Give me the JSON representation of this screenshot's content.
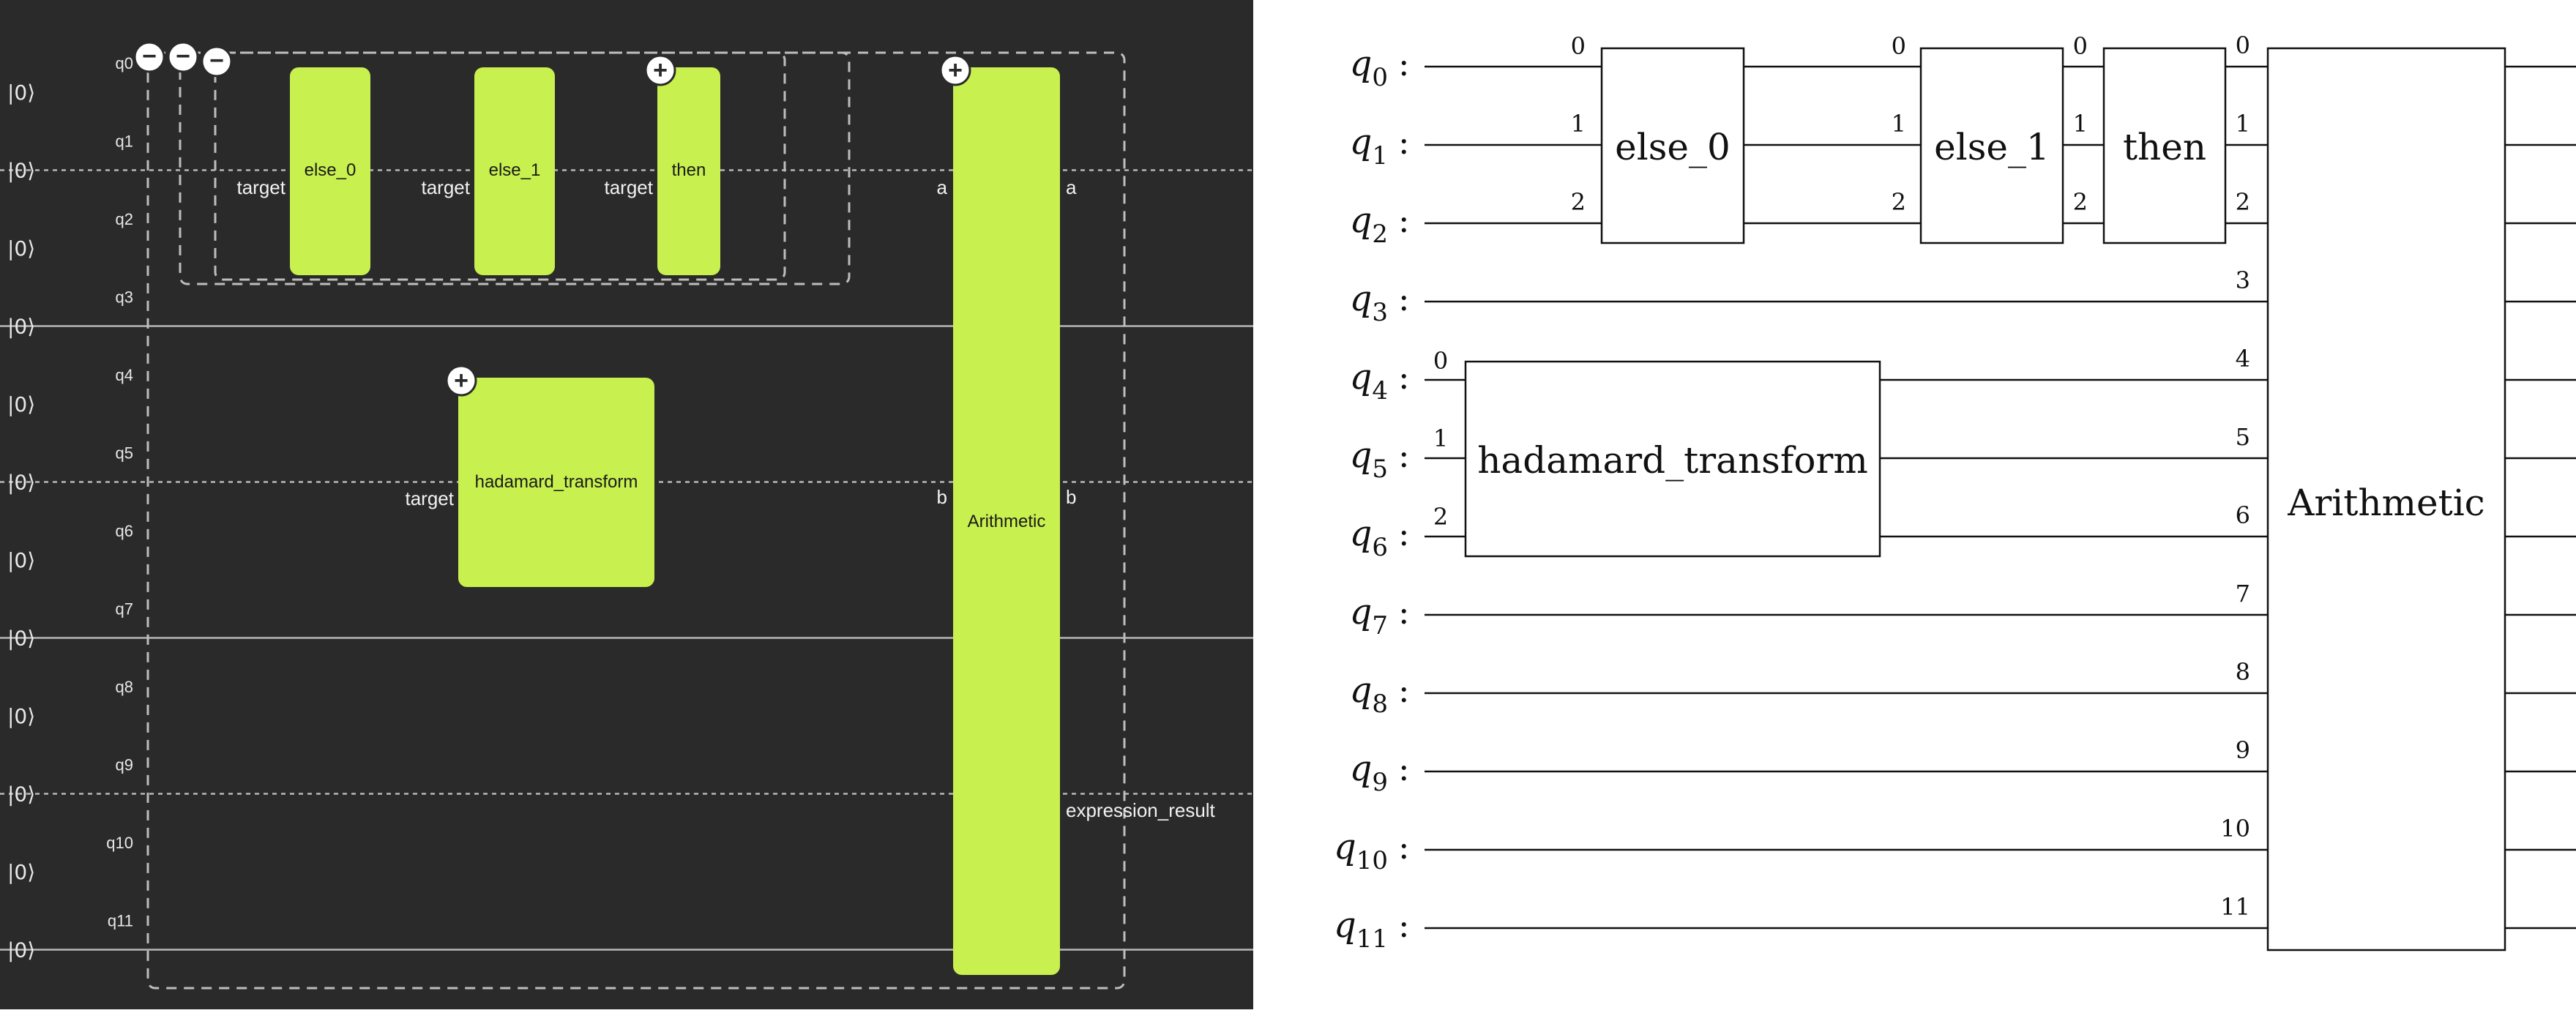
{
  "colors": {
    "dark_bg": "#2a2a2a",
    "wire": "#b8b8b8",
    "gate_fill": "#c8f04f",
    "light_bg": "#ffffff",
    "ink": "#111111"
  },
  "left_panel": {
    "qubits": [
      "q0",
      "q1",
      "q2",
      "q3",
      "q4",
      "q5",
      "q6",
      "q7",
      "q8",
      "q9",
      "q10",
      "q11"
    ],
    "kets": [
      "|0⟩",
      "|0⟩",
      "|0⟩",
      "|0⟩",
      "|0⟩",
      "|0⟩",
      "|0⟩",
      "|0⟩",
      "|0⟩",
      "|0⟩",
      "|0⟩",
      "|0⟩"
    ],
    "collapse_buttons": [
      "−",
      "−",
      "−"
    ],
    "expand_symbol": "+",
    "gates": {
      "else_0": {
        "label": "else_0",
        "port": "target"
      },
      "else_1": {
        "label": "else_1",
        "port": "target"
      },
      "then": {
        "label": "then",
        "port": "target"
      },
      "hadamard": {
        "label": "hadamard_transform",
        "port": "target"
      },
      "arithmetic": {
        "label": "Arithmetic",
        "port_a": "a",
        "port_b": "b",
        "port_result": "expression_result"
      }
    }
  },
  "right_panel": {
    "qubit_letter": "q",
    "qubit_subscripts": [
      "0",
      "1",
      "2",
      "3",
      "4",
      "5",
      "6",
      "7",
      "8",
      "9",
      "10",
      "11"
    ],
    "colon": ":",
    "gates": {
      "else_0": {
        "label": "else_0",
        "indices": [
          "0",
          "1",
          "2"
        ]
      },
      "else_1": {
        "label": "else_1",
        "indices": [
          "0",
          "1",
          "2"
        ]
      },
      "then": {
        "label": "then",
        "indices": [
          "0",
          "1",
          "2"
        ]
      },
      "hadamard": {
        "label": "hadamard_transform",
        "indices": [
          "0",
          "1",
          "2"
        ]
      },
      "arithmetic": {
        "label": "Arithmetic",
        "indices": [
          "0",
          "1",
          "2",
          "3",
          "4",
          "5",
          "6",
          "7",
          "8",
          "9",
          "10",
          "11"
        ]
      }
    }
  }
}
